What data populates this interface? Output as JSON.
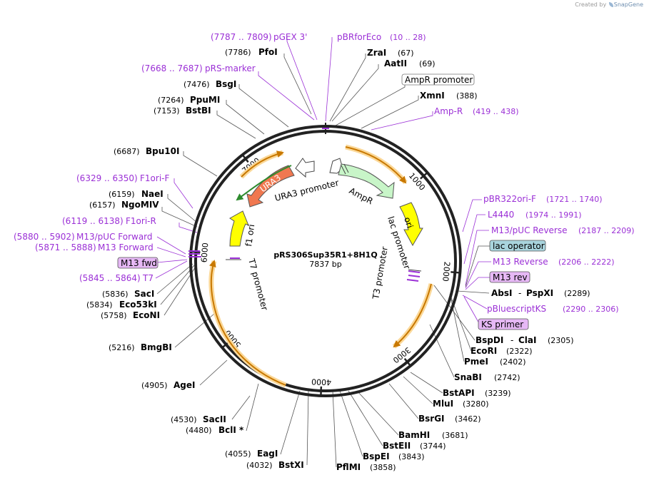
{
  "credit": {
    "prefix": "Created by",
    "brand": "SnapGene"
  },
  "plasmid": {
    "name": "pRS306Sup35R1+8H1Q",
    "length": "7837 bp"
  },
  "ticks": [
    {
      "label": "1000",
      "angle": 49
    },
    {
      "label": "2000",
      "angle": 95
    },
    {
      "label": "3000",
      "angle": 141
    },
    {
      "label": "4000",
      "angle": 182
    },
    {
      "label": "5000",
      "angle": 230
    },
    {
      "label": "6000",
      "angle": 274
    },
    {
      "label": "7000",
      "angle": 322
    }
  ],
  "features": [
    {
      "name": "AmpR",
      "angle": 37
    },
    {
      "name": "AmpR promoter",
      "angle": 5
    },
    {
      "name": "ori",
      "angle": 82
    },
    {
      "name": "lac promoter",
      "angle": 100
    },
    {
      "name": "T3 promoter",
      "angle": 108
    },
    {
      "name": "T7 promoter",
      "angle": 262
    },
    {
      "name": "f1 ori",
      "angle": 297
    },
    {
      "name": "URA3",
      "angle": 332
    },
    {
      "name": "URA3 promoter",
      "angle": 347
    }
  ],
  "labels": [
    {
      "text": "(7787 .. 7809)",
      "extra": "pGEX 3'",
      "kind": "primer"
    },
    {
      "text": "PfoI",
      "pos": "(7786)",
      "kind": "enzyme"
    },
    {
      "text": "(7668 .. 7687)",
      "extra": "pRS-marker",
      "kind": "primer"
    },
    {
      "text": "BsgI",
      "pos": "(7476)",
      "kind": "enzyme"
    },
    {
      "text": "PpuMI",
      "pos": "(7264)",
      "kind": "enzyme"
    },
    {
      "text": "BstBI",
      "pos": "(7153)",
      "kind": "enzyme"
    },
    {
      "text": "Bpu10I",
      "pos": "(6687)",
      "kind": "enzyme"
    },
    {
      "text": "(6329 .. 6350)",
      "extra": "F1ori-F",
      "kind": "primer"
    },
    {
      "text": "NaeI",
      "pos": "(6159)",
      "kind": "enzyme"
    },
    {
      "text": "NgoMIV",
      "pos": "(6157)",
      "kind": "enzyme"
    },
    {
      "text": "(6119 .. 6138)",
      "extra": "F1ori-R",
      "kind": "primer"
    },
    {
      "text": "(5880 .. 5902)",
      "extra": "M13/pUC Forward",
      "kind": "primer"
    },
    {
      "text": "(5871 .. 5888)",
      "extra": "M13 Forward",
      "kind": "primer"
    },
    {
      "text": "M13 fwd",
      "kind": "box-primer"
    },
    {
      "text": "(5845 .. 5864)",
      "extra": "T7",
      "kind": "primer"
    },
    {
      "text": "SacI",
      "pos": "(5836)",
      "kind": "enzyme"
    },
    {
      "text": "Eco53kI",
      "pos": "(5834)",
      "kind": "enzyme"
    },
    {
      "text": "EcoNI",
      "pos": "(5758)",
      "kind": "enzyme"
    },
    {
      "text": "BmgBI",
      "pos": "(5216)",
      "kind": "enzyme"
    },
    {
      "text": "AgeI",
      "pos": "(4905)",
      "kind": "enzyme"
    },
    {
      "text": "SacII",
      "pos": "(4530)",
      "kind": "enzyme"
    },
    {
      "text": "BclI *",
      "pos": "(4480)",
      "kind": "enzyme"
    },
    {
      "text": "EagI",
      "pos": "(4055)",
      "kind": "enzyme"
    },
    {
      "text": "BstXI",
      "pos": "(4032)",
      "kind": "enzyme"
    },
    {
      "text": "pBRforEco",
      "extra": "(10 .. 28)",
      "kind": "primer"
    },
    {
      "text": "ZraI",
      "pos": "(67)",
      "kind": "enzyme"
    },
    {
      "text": "AatII",
      "pos": "(69)",
      "kind": "enzyme"
    },
    {
      "text": "AmpR promoter",
      "kind": "box-feature"
    },
    {
      "text": "XmnI",
      "pos": "(388)",
      "kind": "enzyme"
    },
    {
      "text": "Amp-R",
      "extra": "(419 .. 438)",
      "kind": "primer"
    },
    {
      "text": "pBR322ori-F",
      "extra": "(1721 .. 1740)",
      "kind": "primer"
    },
    {
      "text": "L4440",
      "extra": "(1974 .. 1991)",
      "kind": "primer"
    },
    {
      "text": "M13/pUC Reverse",
      "extra": "(2187 .. 2209)",
      "kind": "primer"
    },
    {
      "text": "lac operator",
      "kind": "box-operator"
    },
    {
      "text": "M13 Reverse",
      "extra": "(2206 .. 2222)",
      "kind": "primer"
    },
    {
      "text": "M13 rev",
      "kind": "box-primer"
    },
    {
      "text": "AbsI",
      "extra2": "PspXI",
      "pos": "(2289)",
      "kind": "enzyme-pair"
    },
    {
      "text": "pBluescriptKS",
      "extra": "(2290 .. 2306)",
      "kind": "primer"
    },
    {
      "text": "KS primer",
      "kind": "box-primer"
    },
    {
      "text": "BspDI",
      "extra2": "ClaI",
      "pos": "(2305)",
      "kind": "enzyme-pair"
    },
    {
      "text": "EcoRI",
      "pos": "(2322)",
      "kind": "enzyme"
    },
    {
      "text": "PmeI",
      "pos": "(2402)",
      "kind": "enzyme"
    },
    {
      "text": "SnaBI",
      "pos": "(2742)",
      "kind": "enzyme"
    },
    {
      "text": "BstAPI",
      "pos": "(3239)",
      "kind": "enzyme"
    },
    {
      "text": "MluI",
      "pos": "(3280)",
      "kind": "enzyme"
    },
    {
      "text": "BsrGI",
      "pos": "(3462)",
      "kind": "enzyme"
    },
    {
      "text": "BamHI",
      "pos": "(3681)",
      "kind": "enzyme"
    },
    {
      "text": "BstEII",
      "pos": "(3744)",
      "kind": "enzyme"
    },
    {
      "text": "BspEI",
      "pos": "(3843)",
      "kind": "enzyme"
    },
    {
      "text": "PflMI",
      "pos": "(3858)",
      "kind": "enzyme"
    }
  ],
  "colors": {
    "backbone": "#222222",
    "enzyme": "#000000",
    "primer": "#9b30d6",
    "ampr": "#c8f5c8",
    "ura3": "#f07850",
    "ori": "#ffff00",
    "promoter": "#ffffff",
    "orf_arrow": "#c87800",
    "orf_glow": "#fbd898",
    "primer_box": "#e6b8f5",
    "operator_box": "#a9d4dd"
  }
}
